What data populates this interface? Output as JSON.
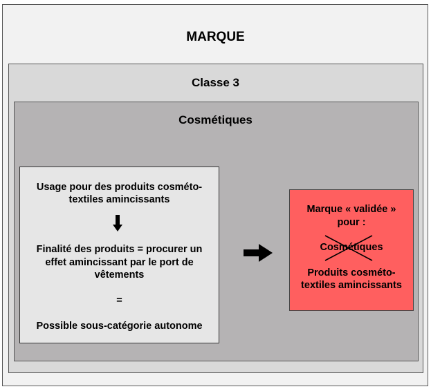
{
  "diagram": {
    "outer_title": "MARQUE",
    "class_title": "Classe 3",
    "category_title": "Cosmétiques",
    "left_box": {
      "line1": "Usage pour des produits cosméto-",
      "line2": "textiles amincissants",
      "line3": "Finalité des produits = procurer un",
      "line4": "effet amincissant par le port de",
      "line5": "vêtements",
      "equals": "=",
      "line6": "Possible sous-catégorie autonome"
    },
    "right_box": {
      "line1": "Marque « validée »",
      "line2": "pour :",
      "crossed": "Cosmétiques",
      "line3": "Produits cosméto-",
      "line4": "textiles amincissants"
    }
  },
  "colors": {
    "outer_bg": "#f2f2f2",
    "class_bg": "#d9d9d9",
    "category_bg": "#b5b3b4",
    "left_box_bg": "#e6e6e6",
    "right_box_bg": "#ff5f5f"
  }
}
